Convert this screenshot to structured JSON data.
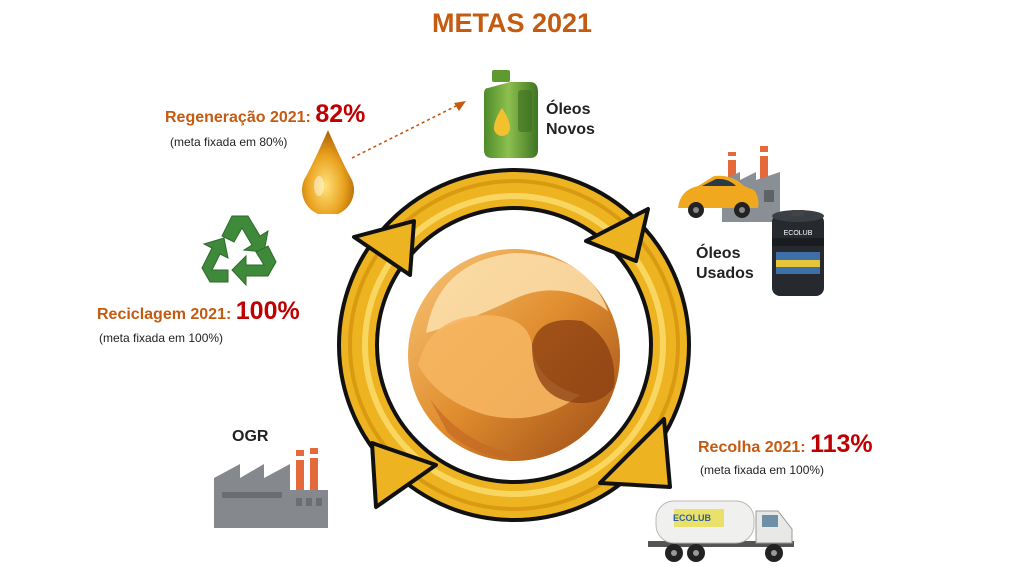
{
  "title": "METAS 2021",
  "nodes": {
    "oleos_novos": [
      "Óleos",
      "Novos"
    ],
    "oleos_usados": [
      "Óleos",
      "Usados"
    ],
    "ogr": "OGR"
  },
  "metrics": [
    {
      "id": "regeneracao",
      "label": "Regeneração 2021:",
      "value": "82%",
      "note": "(meta fixada em 80%)"
    },
    {
      "id": "reciclagem",
      "label": "Reciclagem 2021:",
      "value": "100%",
      "note": "(meta fixada em 100%)"
    },
    {
      "id": "recolha",
      "label": "Recolha 2021:",
      "value": "113%",
      "note": "(meta fixada em 100%)"
    }
  ],
  "brand": {
    "tank_text": "ECOLUB",
    "truck_text": "ECOLUB"
  },
  "icons": {
    "center": "brand-logo-icon",
    "oil_bottle": "oil-bottle-icon",
    "oil_drop": "oil-drop-icon",
    "recycle": "recycle-icon",
    "car_factory": "car-factory-icon",
    "tank": "oil-tank-icon",
    "ogr_factory": "factory-icon",
    "truck": "tanker-truck-icon"
  },
  "colors": {
    "orange": "#C55A11",
    "red": "#C00000",
    "ring": "#F3C12C",
    "bottle": "#6DA33A"
  }
}
